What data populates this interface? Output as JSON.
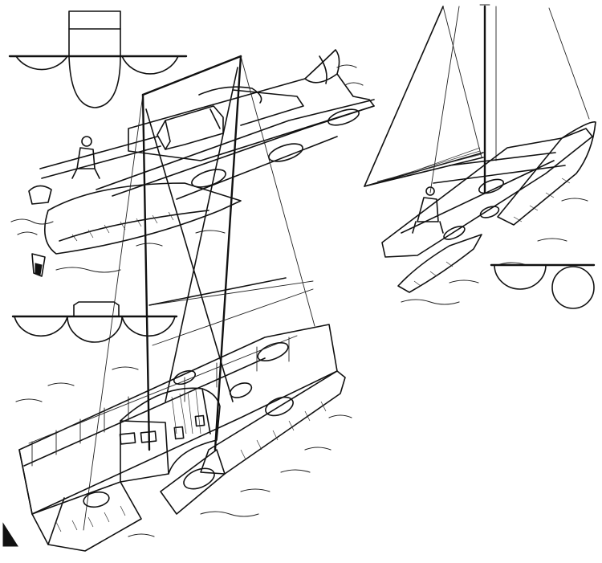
{
  "figure": {
    "panels": [
      {
        "id": "catamaran-motor",
        "icon": "catamaran-icon"
      },
      {
        "id": "catamaran-sail",
        "icon": "sailboat-icon"
      },
      {
        "id": "trimaran-cabin",
        "icon": "trimaran-icon"
      }
    ],
    "sections": [
      {
        "id": "section-cabin-hulls",
        "icon": "hull-section-icon"
      },
      {
        "id": "section-triple-hulls",
        "icon": "hull-section-icon"
      },
      {
        "id": "section-pontoon-hulls",
        "icon": "hull-section-icon"
      }
    ],
    "ink_color": "#111111",
    "paper_color": "#ffffff"
  }
}
